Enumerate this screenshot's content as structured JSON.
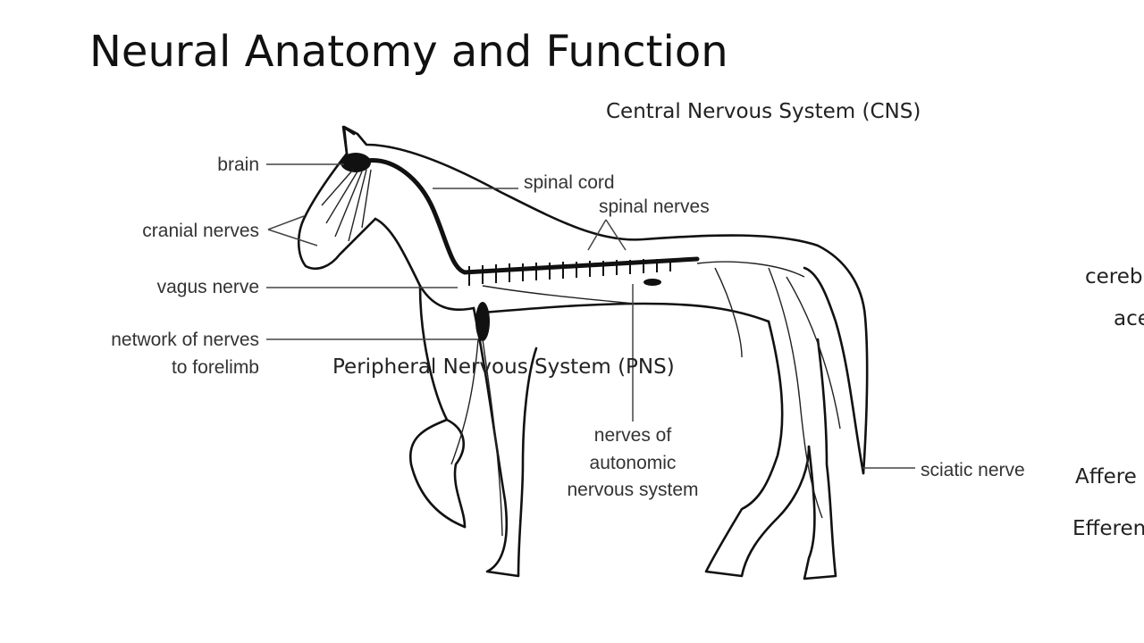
{
  "slide": {
    "title": "Neural Anatomy and Function",
    "cns_label": "Central Nervous System (CNS)",
    "pns_label": "Peripheral Nervous System (PNS)",
    "right_fragments": [
      "cereb",
      "ace",
      "Affere",
      "Efferen"
    ]
  },
  "diagram": {
    "labels": {
      "brain": "brain",
      "spinal_cord": "spinal cord",
      "spinal_nerves": "spinal nerves",
      "cranial_nerves": "cranial nerves",
      "vagus_nerve": "vagus nerve",
      "forelimb_line1": "network of nerves",
      "forelimb_line2": "to forelimb",
      "autonomic_line1": "nerves of",
      "autonomic_line2": "autonomic",
      "autonomic_line3": "nervous system",
      "sciatic_nerve": "sciatic nerve"
    }
  }
}
